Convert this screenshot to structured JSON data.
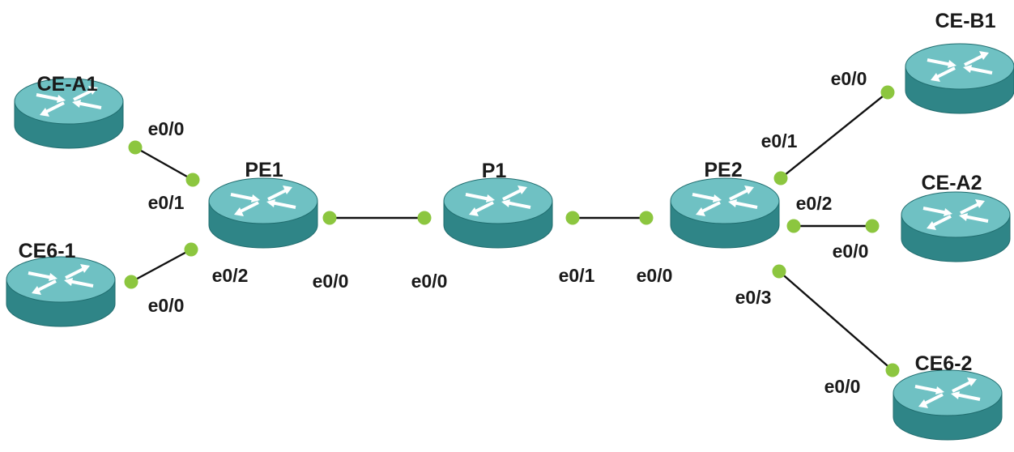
{
  "colors": {
    "router_top": "#6fc1c3",
    "router_body": "#2f8587",
    "router_edge": "#1f6c6e",
    "router_arrow": "#ffffff",
    "port": "#8cc63f",
    "link": "#111111",
    "label": "#1a1a1a"
  },
  "icons": {
    "router": "router-icon",
    "port": "port-dot-icon"
  },
  "routers": [
    {
      "id": "CE-A1",
      "name": "CE-A1"
    },
    {
      "id": "CE6-1",
      "name": "CE6-1"
    },
    {
      "id": "PE1",
      "name": "PE1"
    },
    {
      "id": "P1",
      "name": "P1"
    },
    {
      "id": "PE2",
      "name": "PE2"
    },
    {
      "id": "CE-B1",
      "name": "CE-B1"
    },
    {
      "id": "CE-A2",
      "name": "CE-A2"
    },
    {
      "id": "CE6-2",
      "name": "CE6-2"
    }
  ],
  "links": [
    {
      "id": "cea1-pe1",
      "from": "CE-A1",
      "from_port": "e0/0",
      "to": "PE1",
      "to_port": "e0/1"
    },
    {
      "id": "ce61-pe1",
      "from": "CE6-1",
      "from_port": "e0/0",
      "to": "PE1",
      "to_port": "e0/2"
    },
    {
      "id": "pe1-p1",
      "from": "PE1",
      "from_port": "e0/0",
      "to": "P1",
      "to_port": "e0/0"
    },
    {
      "id": "p1-pe2",
      "from": "P1",
      "from_port": "e0/1",
      "to": "PE2",
      "to_port": "e0/0"
    },
    {
      "id": "pe2-ceb1",
      "from": "PE2",
      "from_port": "e0/1",
      "to": "CE-B1",
      "to_port": "e0/0"
    },
    {
      "id": "pe2-cea2",
      "from": "PE2",
      "from_port": "e0/2",
      "to": "CE-A2",
      "to_port": "e0/0"
    },
    {
      "id": "pe2-ce62",
      "from": "PE2",
      "from_port": "e0/3",
      "to": "CE6-2",
      "to_port": "e0/0"
    }
  ]
}
